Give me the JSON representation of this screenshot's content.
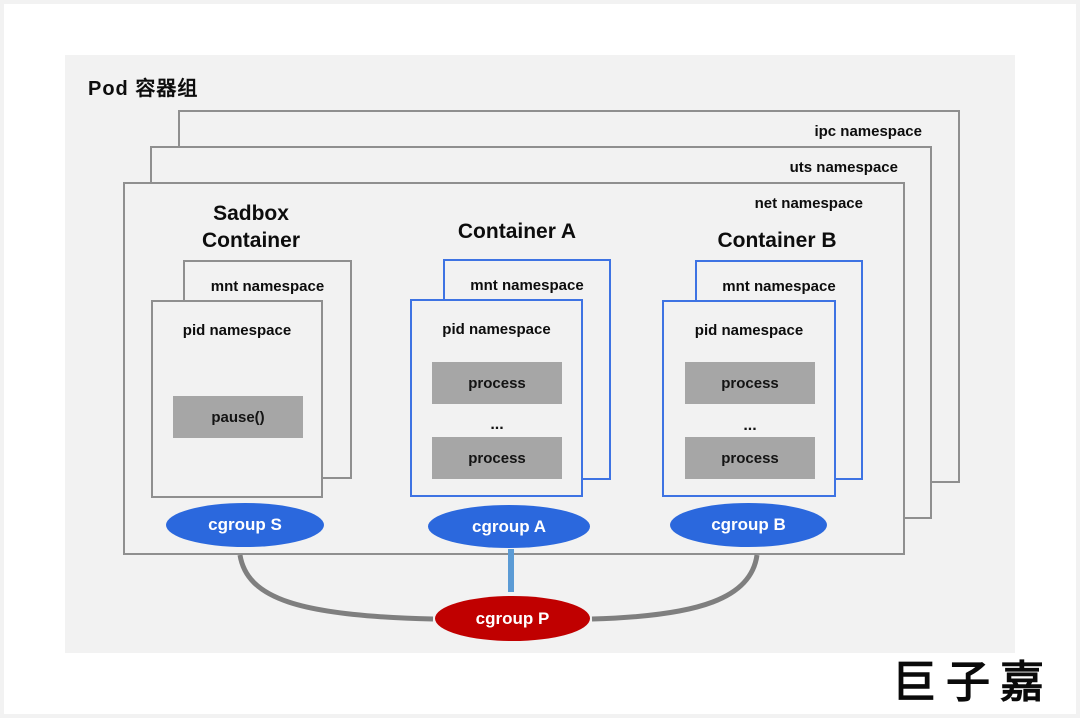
{
  "colors": {
    "panel_bg": "#f2f2f2",
    "border_gray": "#8f8f8f",
    "border_blue": "#3e73e3",
    "cgroup_blue": "#2b68dd",
    "cgroup_red": "#c00000",
    "process_gray": "#a6a6a6",
    "connector_gray": "#7f7f7f",
    "connector_blue": "#5b9bd5"
  },
  "pod": {
    "title": "Pod 容器组",
    "namespace_layers": [
      {
        "label": "ipc namespace"
      },
      {
        "label": "uts namespace"
      },
      {
        "label": "net namespace"
      }
    ]
  },
  "sandbox": {
    "title": "Sadbox\nContainer",
    "mnt_label": "mnt namespace",
    "pid_label": "pid namespace",
    "pause_label": "pause()",
    "cgroup_label": "cgroup S"
  },
  "container_a": {
    "title": "Container A",
    "mnt_label": "mnt namespace",
    "pid_label": "pid namespace",
    "process_top": "process",
    "ellipsis": "...",
    "process_bottom": "process",
    "cgroup_label": "cgroup A"
  },
  "container_b": {
    "title": "Container B",
    "mnt_label": "mnt namespace",
    "pid_label": "pid namespace",
    "process_top": "process",
    "ellipsis": "...",
    "process_bottom": "process",
    "cgroup_label": "cgroup B"
  },
  "pod_cgroup": {
    "label": "cgroup P"
  },
  "watermark": "巨子嘉"
}
